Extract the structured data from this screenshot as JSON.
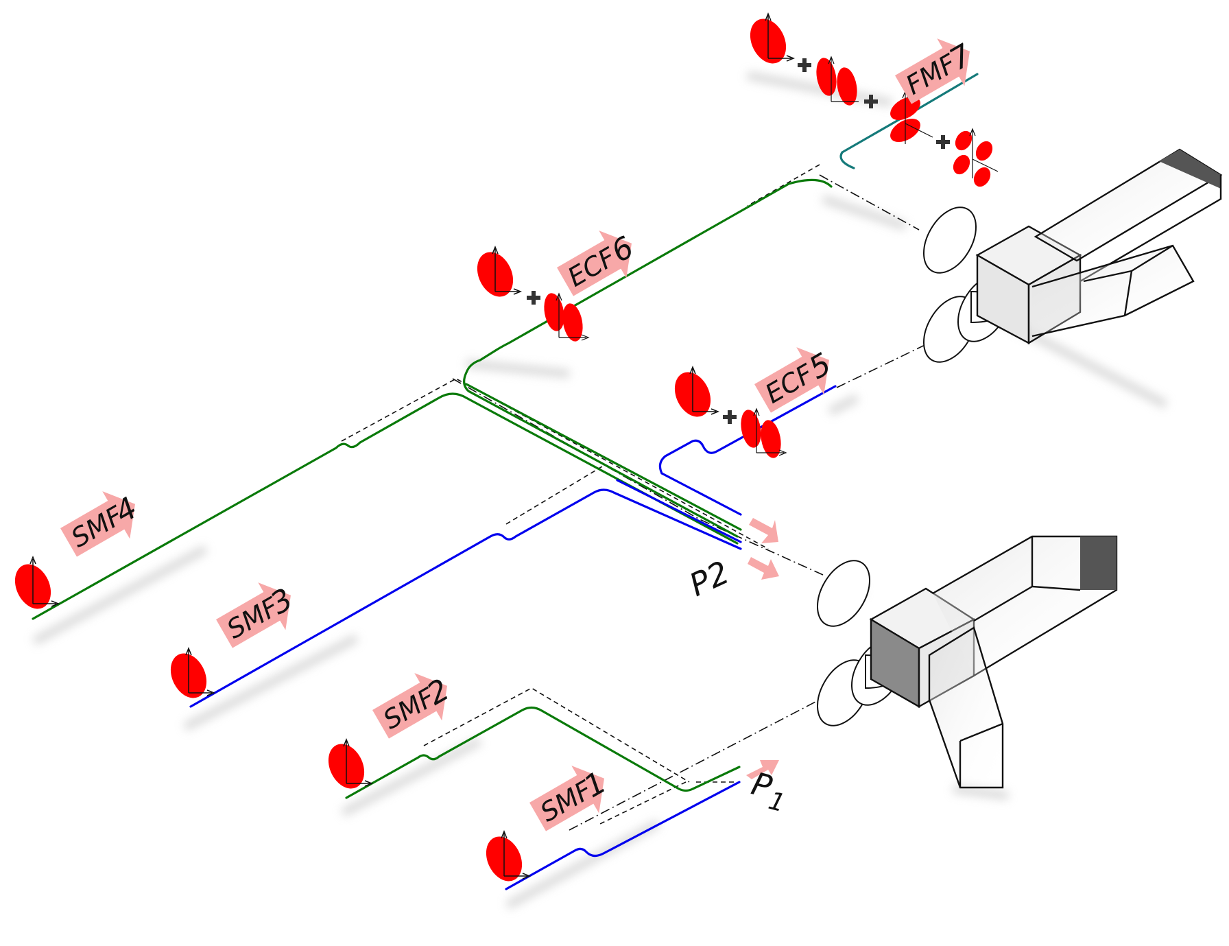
{
  "fibers": [
    {
      "id": "smf1",
      "prefix": "SMF",
      "number": "1"
    },
    {
      "id": "smf2",
      "prefix": "SMF",
      "number": "2"
    },
    {
      "id": "smf3",
      "prefix": "SMF",
      "number": "3"
    },
    {
      "id": "smf4",
      "prefix": "SMF",
      "number": "4"
    },
    {
      "id": "ecf5",
      "prefix": "ECF",
      "number": "5"
    },
    {
      "id": "ecf6",
      "prefix": "ECF",
      "number": "6"
    },
    {
      "id": "fmf7",
      "prefix": "FMF",
      "number": "7"
    }
  ],
  "ports": {
    "p1": "P",
    "p1_sub": "1",
    "p2": "P2"
  },
  "colors": {
    "fiber_blue": "#0000ee",
    "fiber_green": "#0a7a0a",
    "fiber_teal": "#157a7a",
    "mode_red": "#ff0000",
    "tag_pink": "#f7a8a8",
    "outline": "#111111"
  }
}
